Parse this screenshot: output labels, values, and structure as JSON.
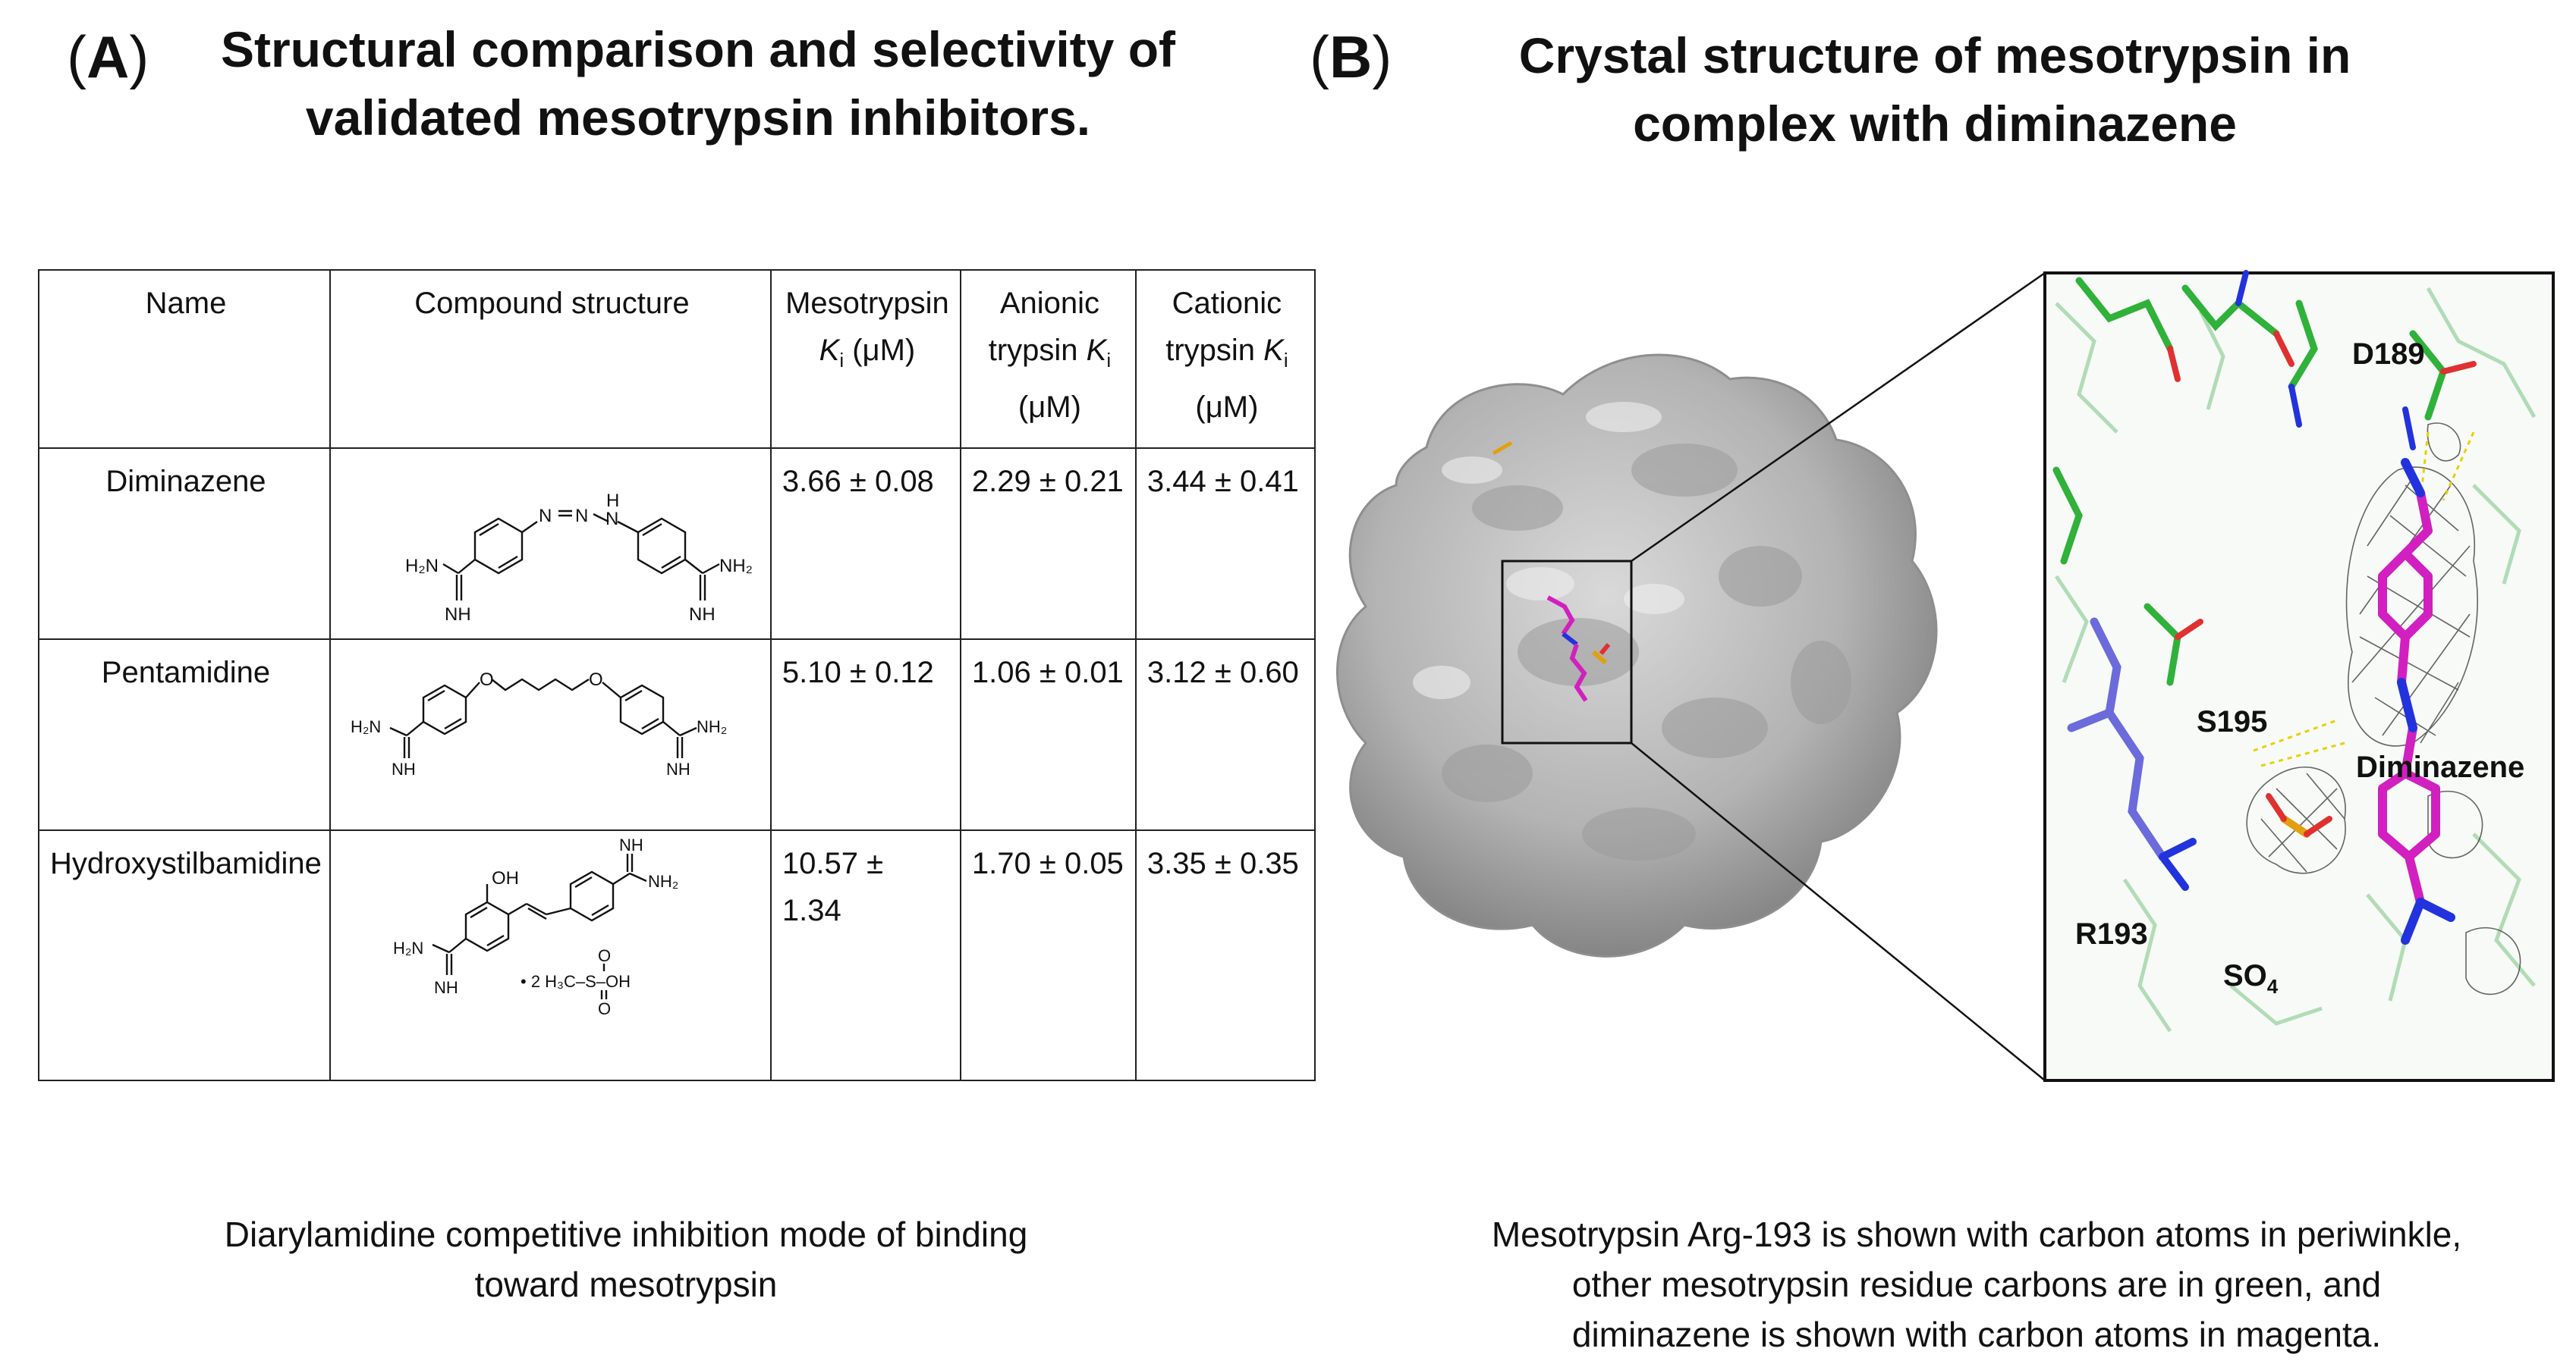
{
  "panelA": {
    "letter_open": "(",
    "letter": "A",
    "letter_close": ")",
    "title_line1": "Structural comparison and selectivity of",
    "title_line2": "validated mesotrypsin inhibitors.",
    "table": {
      "headers": {
        "name": "Name",
        "structure": "Compound structure",
        "meso_line1": "Mesotrypsin",
        "meso_line2_k": "K",
        "meso_line2_sub": "i",
        "meso_line2_rest": " (μM)",
        "anionic_line1": "Anionic",
        "anionic_line2": "trypsin ",
        "anionic_k": "K",
        "anionic_sub": "i",
        "anionic_line3": "(μM)",
        "cationic_line1": "Cationic",
        "cationic_line2": "trypsin ",
        "cationic_k": "K",
        "cationic_sub": "i",
        "cationic_line3": "(μM)"
      },
      "rows": [
        {
          "name": "Diminazene",
          "meso": "3.66 ± 0.08",
          "anionic": "2.29 ± 0.21",
          "cationic": "3.44 ± 0.41"
        },
        {
          "name": "Pentamidine",
          "meso": "5.10 ± 0.12",
          "anionic": "1.06 ± 0.01",
          "cationic": "3.12 ± 0.60"
        },
        {
          "name": "Hydroxystilbamidine",
          "meso_line1": "10.57 ±",
          "meso_line2": "1.34",
          "anionic": "1.70 ± 0.05",
          "cationic": "3.35 ± 0.35"
        }
      ],
      "struct_labels": {
        "h2n": "H₂N",
        "nh2": "NH₂",
        "nh": "NH",
        "h": "H",
        "n": "N",
        "o": "O",
        "oh": "OH",
        "salt": "• 2  H₃C–S–OH"
      }
    },
    "caption_line1": "Diarylamidine competitive inhibition mode of binding",
    "caption_line2": "toward mesotrypsin"
  },
  "panelB": {
    "letter_open": "(",
    "letter": "B",
    "letter_close": ")",
    "title_line1": "Crystal structure of mesotrypsin in",
    "title_line2": "complex with diminazene",
    "labels": {
      "d189": "D189",
      "s195": "S195",
      "diminazene": "Diminazene",
      "r193": "R193",
      "so4": "SO",
      "so4_sub": "4"
    },
    "caption_line1": "Mesotrypsin Arg-193 is shown with carbon atoms in periwinkle,",
    "caption_line2": "other mesotrypsin residue carbons are in green, and",
    "caption_line3": "diminazene is shown with carbon atoms in magenta."
  },
  "colors": {
    "periwinkle": "#6b6bdc",
    "green": "#2fb13a",
    "magenta": "#d21fc0",
    "surface": "#b9b9b9"
  }
}
